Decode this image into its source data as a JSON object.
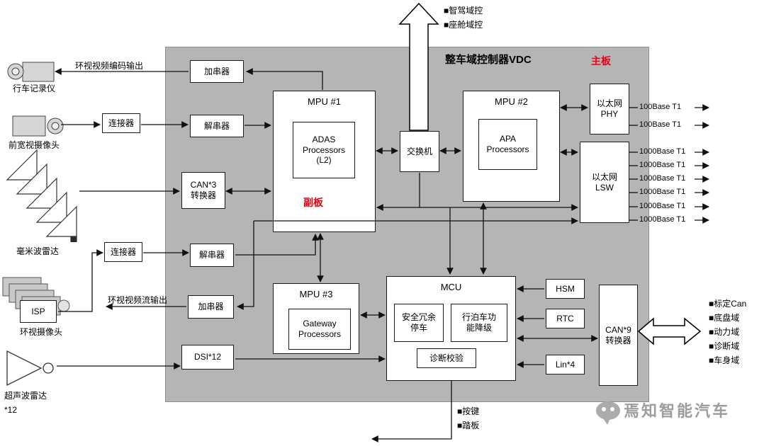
{
  "panel": {
    "title": "整车域控制器VDC",
    "main_board": "主板",
    "sub_board": "副板"
  },
  "top_arrow_labels": [
    "■智驾域控",
    "■座舱域控"
  ],
  "bottom_labels": [
    "■按键",
    "■踏板"
  ],
  "right_domains": [
    "■标定Can",
    "■底盘域",
    "■动力域",
    "■诊断域",
    "■车身域"
  ],
  "ethernet": {
    "phy_ports": [
      "100Base T1",
      "100Base T1"
    ],
    "lsw_ports": [
      "1000Base T1",
      "1000Base T1",
      "1000Base T1",
      "1000Base T1",
      "1000Base T1",
      "1000Base T1"
    ]
  },
  "left_labels": {
    "dashcam": "行车记录仪",
    "front_camera": "前宽视摄像头",
    "mmwave_radar": "毫米波雷达",
    "surround_camera": "环视摄像头",
    "ultrasonic": "超声波雷达",
    "ultrasonic_count": "*12",
    "encode_output": "环视视频编码输出",
    "stream_output": "环视视频流输出"
  },
  "blocks": {
    "serializer1": "加串器",
    "deserializer1": "解串器",
    "can3": "CAN*3\n转换器",
    "mpu1": "MPU #1",
    "adas": "ADAS\nProcessors\n(L2)",
    "switch": "交换机",
    "mpu2": "MPU #2",
    "apa": "APA\nProcessors",
    "phy": "以太网\nPHY",
    "lsw": "以太网\nLSW",
    "deserializer2": "解串器",
    "serializer2": "加串器",
    "dsi": "DSI*12",
    "mpu3": "MPU #3",
    "gateway": "Gateway\nProcessors",
    "mcu": "MCU",
    "safe_stop": "安全冗余\n停车",
    "degrade": "行泊车功\n能降级",
    "diagnosis": "诊断校验",
    "hsm": "HSM",
    "rtc": "RTC",
    "lin": "Lin*4",
    "can9": "CAN*9\n转换器",
    "connector1": "连接器",
    "connector2": "连接器",
    "isp": "ISP"
  },
  "logo": "焉知智能汽车"
}
